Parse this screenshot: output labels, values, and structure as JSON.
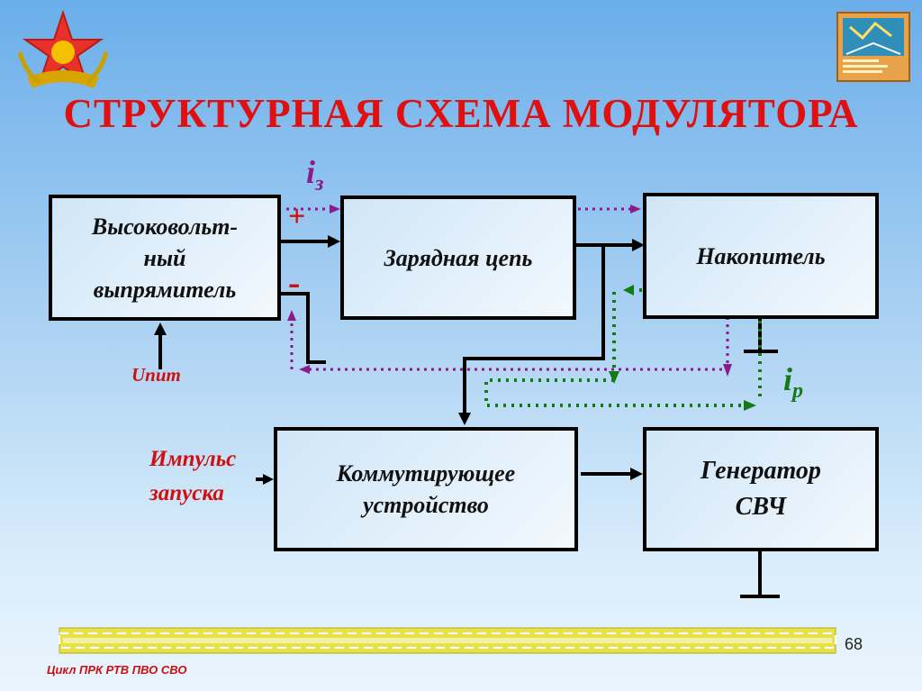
{
  "title": "СТРУКТУРНАЯ СХЕМА МОДУЛЯТОРА",
  "blocks": {
    "rectifier": "Высоковольт-\nный\nвыпрямитель",
    "charging": "Зарядная цепь",
    "storage": "Накопитель",
    "switching": "Коммутирующее\nустройство",
    "generator": "Генератор\nСВЧ"
  },
  "labels": {
    "i_charge_main": "i",
    "i_charge_sub": "з",
    "i_discharge_main": "i",
    "i_discharge_sub": "p",
    "plus": "+",
    "minus": "-",
    "u_supply": "Uпит",
    "trigger_line1": "Импульс",
    "trigger_line2": "запуска"
  },
  "footer": "Цикл ПРК РТВ ПВО СВО",
  "page_number": "68",
  "colors": {
    "title": "#e01010",
    "charge_current": "#8b1a8b",
    "discharge_current": "#157a15"
  }
}
